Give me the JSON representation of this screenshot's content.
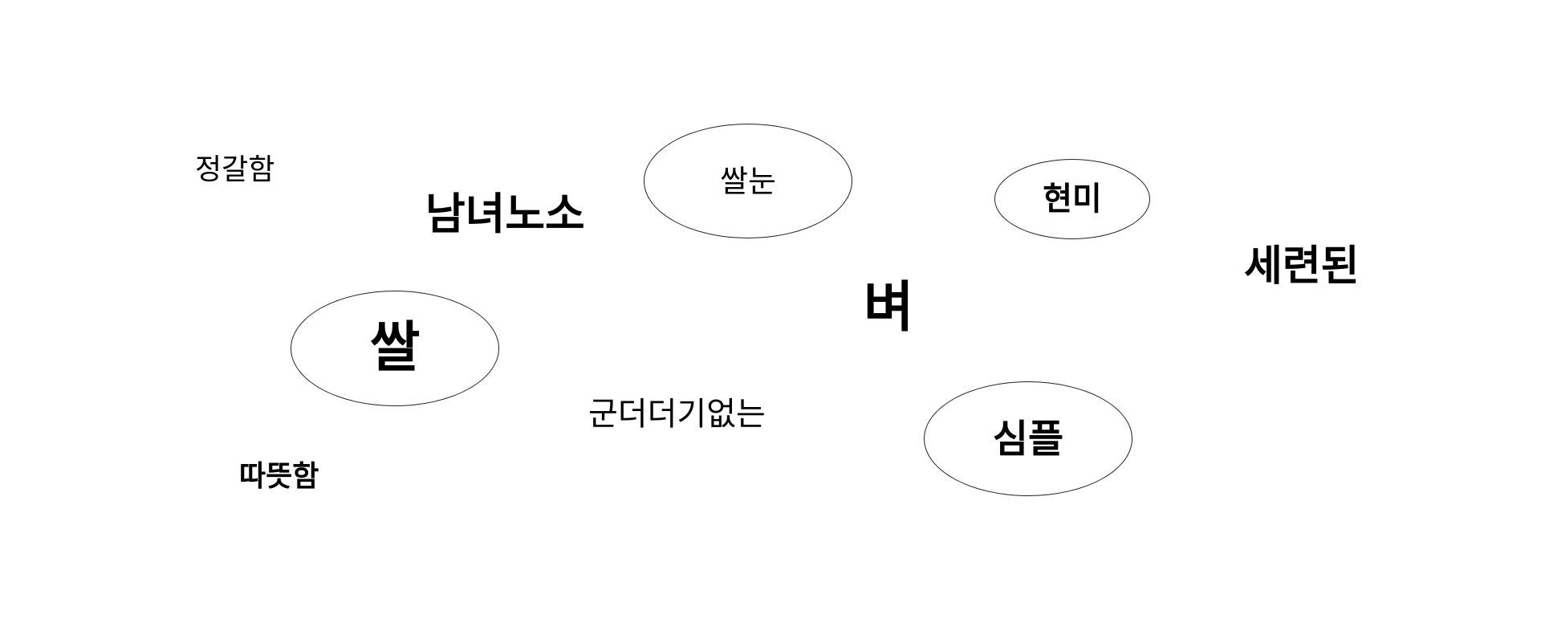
{
  "words": {
    "jeonggalham": "정갈함",
    "namnyeonoso": "남녀노소",
    "byeo": "벼",
    "seryeondoen": "세련된",
    "gundeodeogi_eomneun": "군더더기없는",
    "ttatteutham": "따뜻함"
  },
  "bubbles": {
    "ssalnun": "쌀눈",
    "hyeonmi": "현미",
    "ssal": "쌀",
    "simpeul": "심플"
  }
}
